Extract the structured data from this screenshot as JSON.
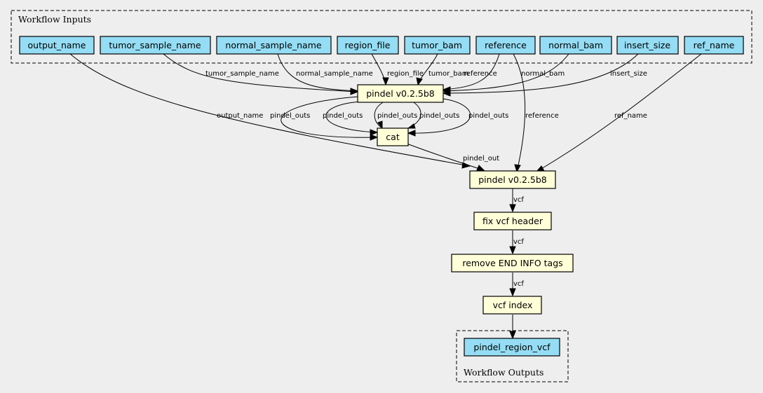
{
  "clusters": {
    "inputs_title": "Workflow Inputs",
    "outputs_title": "Workflow Outputs"
  },
  "colors": {
    "input_fill": "#94ddf4",
    "step_fill": "#ffffd8",
    "background": "#eeeeee"
  },
  "nodes": {
    "output_name": "output_name",
    "tumor_sample_name": "tumor_sample_name",
    "normal_sample_name": "normal_sample_name",
    "region_file": "region_file",
    "tumor_bam": "tumor_bam",
    "reference": "reference",
    "normal_bam": "normal_bam",
    "insert_size": "insert_size",
    "ref_name": "ref_name",
    "pindel1": "pindel v0.2.5b8",
    "cat": "cat",
    "pindel2": "pindel v0.2.5b8",
    "fix_vcf": "fix vcf header",
    "remove_end": "remove END INFO tags",
    "vcf_index": "vcf index",
    "pindel_region_vcf": "pindel_region_vcf"
  },
  "edge_labels": {
    "tumor_sample_name": "tumor_sample_name",
    "normal_sample_name": "normal_sample_name",
    "region_file": "region_file",
    "tumor_bam": "tumor_bam",
    "reference_to_pindel1": "reference",
    "normal_bam": "normal_bam",
    "insert_size": "insert_size",
    "output_name": "output_name",
    "pindel_outs_1": "pindel_outs",
    "pindel_outs_2": "pindel_outs",
    "pindel_outs_3": "pindel_outs",
    "pindel_outs_4": "pindel_outs",
    "pindel_outs_5": "pindel_outs",
    "reference_to_pindel2": "reference",
    "ref_name": "ref_name",
    "pindel_out": "pindel_out",
    "vcf_1": "vcf",
    "vcf_2": "vcf",
    "vcf_3": "vcf"
  }
}
